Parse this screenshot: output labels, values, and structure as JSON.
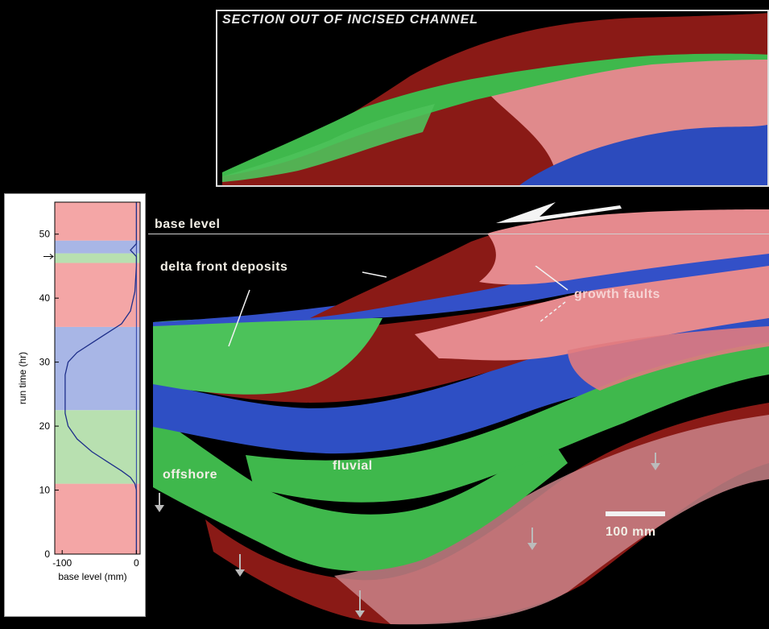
{
  "inset": {
    "title": "SECTION OUT OF INCISED CHANNEL"
  },
  "labels": {
    "base_level": "base level",
    "delta_front": "delta front deposits",
    "growth_faults": "growth faults",
    "offshore": "offshore",
    "fluvial": "fluvial",
    "scale": "100 mm"
  },
  "chart_data": {
    "type": "line",
    "xlabel": "base level (mm)",
    "ylabel": "run time (hr)",
    "xlim": [
      -110,
      5
    ],
    "ylim": [
      0,
      55
    ],
    "x_ticks": [
      "-100",
      "0"
    ],
    "y_ticks": [
      "0",
      "10",
      "20",
      "30",
      "40",
      "50"
    ],
    "bands": [
      {
        "from": 0,
        "to": 11,
        "color": "#f4a6a6"
      },
      {
        "from": 11,
        "to": 22.5,
        "color": "#b8e0b0"
      },
      {
        "from": 22.5,
        "to": 35.5,
        "color": "#a8b6e6"
      },
      {
        "from": 35.5,
        "to": 45.5,
        "color": "#f4a6a6"
      },
      {
        "from": 45.5,
        "to": 47,
        "color": "#b8e0b0"
      },
      {
        "from": 47,
        "to": 49,
        "color": "#a8b6e6"
      },
      {
        "from": 49,
        "to": 55,
        "color": "#f4a6a6"
      }
    ],
    "series": [
      {
        "x": [
          0,
          0,
          -2,
          -8,
          -20,
          -40,
          -60,
          -80,
          -92,
          -96,
          -96,
          -92,
          -80,
          -60,
          -40,
          -20,
          -8,
          -2,
          0,
          0,
          -8,
          0,
          0
        ],
        "y": [
          0,
          10,
          11,
          12,
          13,
          14.5,
          16,
          18,
          20,
          22,
          28,
          30,
          31.5,
          33,
          34.5,
          36,
          38,
          41,
          45,
          46.5,
          47.5,
          48.5,
          55
        ]
      }
    ]
  },
  "colors": {
    "red_dark": "#8a1a16",
    "pink": "#e8868a",
    "blue": "#2e4fc4",
    "green": "#3fb84c"
  }
}
